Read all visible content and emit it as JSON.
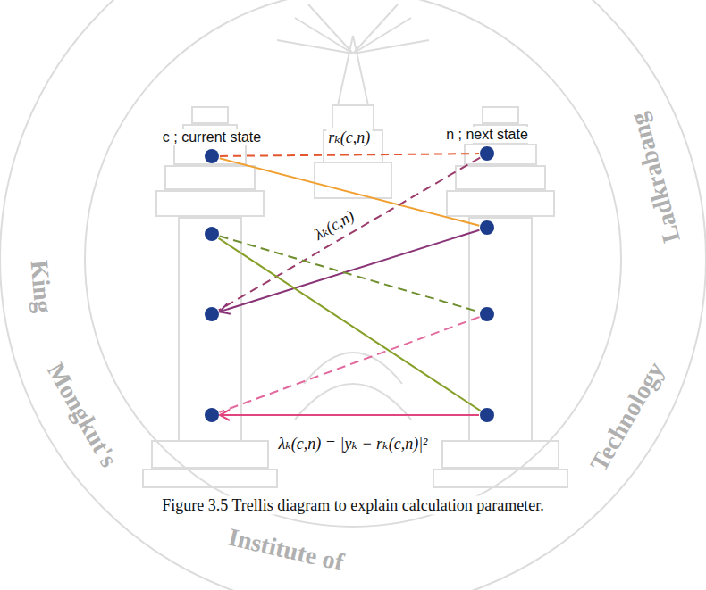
{
  "diagram": {
    "caption": "Figure 3.5 Trellis diagram to explain calculation parameter.",
    "nodes": [
      {
        "text": [
          "c ; current state"
        ]
      },
      {
        "text": [
          "n ; next state"
        ]
      },
      {
        "text": []
      },
      {
        "text": []
      },
      {
        "text": []
      },
      {
        "text": []
      },
      {
        "text": []
      },
      {
        "text": []
      }
    ],
    "edges": [
      {
        "from": 0,
        "to": 1,
        "arrow": "none",
        "label": "rₖ(c,n)"
      },
      {
        "from": 0,
        "to": 3,
        "arrow": "none"
      },
      {
        "from": 1,
        "to": 4,
        "arrow": "none",
        "label": "λₖ(c,n)"
      },
      {
        "from": 3,
        "to": 4,
        "arrow": "to"
      },
      {
        "from": 2,
        "to": 5,
        "arrow": "none"
      },
      {
        "from": 2,
        "to": 7,
        "arrow": "none"
      },
      {
        "from": 5,
        "to": 6,
        "arrow": "none"
      },
      {
        "from": 7,
        "to": 6,
        "arrow": "to"
      }
    ],
    "labels": [
      "λₖ(c,n) = |yₖ − rₖ(c,n)|²",
      "King",
      "Mongkut's",
      "Institute of",
      "Technology",
      "Ladkrabang"
    ]
  }
}
